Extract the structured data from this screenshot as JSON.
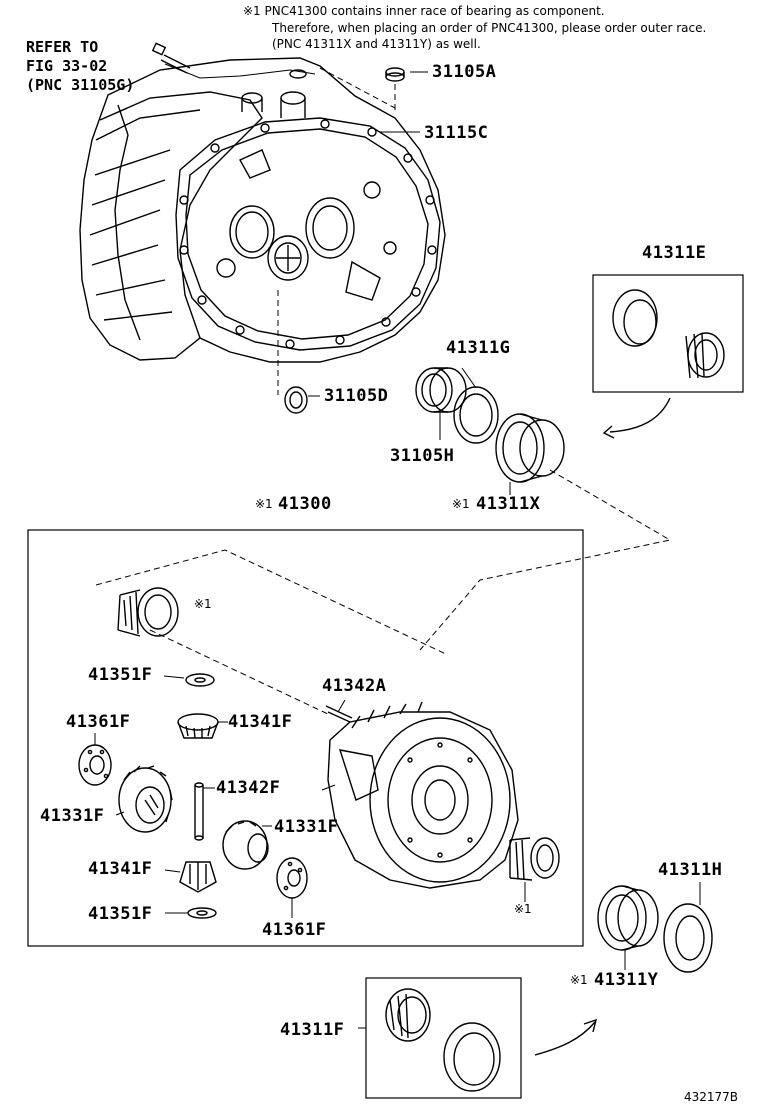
{
  "notes": {
    "line1": "※1 PNC41300 contains inner race of bearing as component.",
    "line2": "Therefore, when placing an order of PNC41300, please order outer race.",
    "line3": "(PNC 41311X and 41311Y) as well."
  },
  "reference": {
    "line1": "REFER TO",
    "line2": "FIG 33-02",
    "line3": "(PNC 31105G)"
  },
  "parts": {
    "p31105A": "31105A",
    "p31115C": "31115C",
    "p41311E": "41311E",
    "p41311G": "41311G",
    "p31105D": "31105D",
    "p31105H": "31105H",
    "p41311X": "41311X",
    "p41300": "41300",
    "p41351F_top": "41351F",
    "p41342A": "41342A",
    "p41361F_left": "41361F",
    "p41341F_top": "41341F",
    "p41342F": "41342F",
    "p41331F_left": "41331F",
    "p41331F_right": "41331F",
    "p41341F_bottom": "41341F",
    "p41351F_bottom": "41351F",
    "p41361F_bottom": "41361F",
    "p41311H": "41311H",
    "p41311Y": "41311Y",
    "p41311F": "41311F"
  },
  "marks": {
    "note_mark": "※1"
  },
  "illustration_id": "432177B"
}
